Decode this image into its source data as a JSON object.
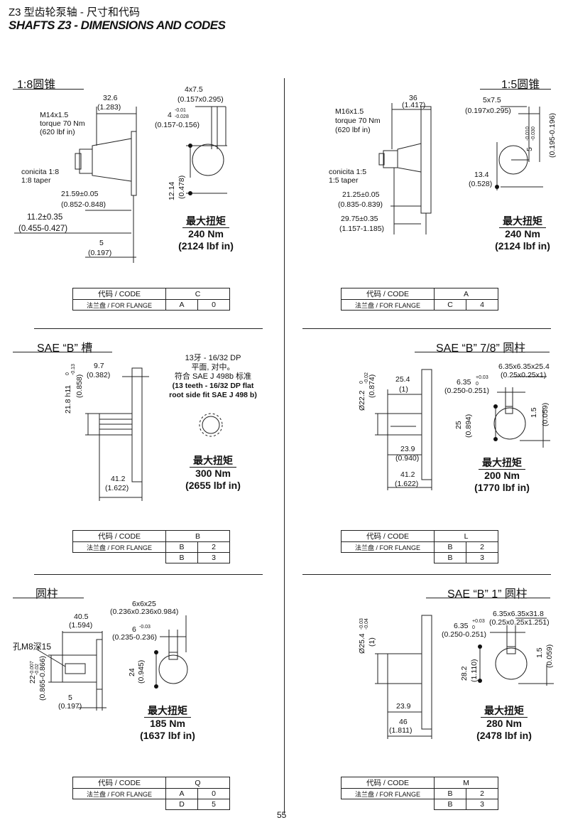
{
  "header": {
    "title_cn": "Z3 型齿轮泵轴 - 尺寸和代码",
    "title_en": "SHAFTS Z3 - DIMENSIONS AND CODES"
  },
  "code_label": "代码 / CODE",
  "flange_label": "法兰盘 / FOR FLANGE",
  "max_torque_label": "最大扭矩",
  "sections": {
    "s1": {
      "title": "1:8圆锥",
      "dims": [
        "32.6",
        "(1.283)",
        "M14x1.5",
        "torque 70 Nm",
        "(620 lbf in)",
        "conicita 1:8",
        "1:8 taper",
        "21.59±0.05",
        "(0.852-0.848)",
        "11.2±0.35",
        "(0.455-0.427)",
        "5",
        "(0.197)",
        "4x7.5",
        "(0.157x0.295)",
        "4",
        "-0.01",
        "-0.028",
        "(0.157-0.156)",
        "12.14",
        "(0.478)"
      ],
      "torque": "240 Nm",
      "torque_imp": "(2124 lbf in)",
      "code": "C",
      "rows": [
        [
          "A",
          "0"
        ]
      ]
    },
    "s2": {
      "title": "1:5圆锥",
      "dims": [
        "36",
        "(1.417)",
        "M16x1.5",
        "torque 70 Nm",
        "(620 lbf in)",
        "conicita 1:5",
        "1:5 taper",
        "21.25±0.05",
        "(0.835-0.839)",
        "29.75±0.35",
        "(1.157-1.185)",
        "5x7.5",
        "(0.197x0.295)",
        "5",
        "-0.010",
        "-0.030",
        "(0.195-0.196)",
        "13.4",
        "(0.528)"
      ],
      "torque": "240 Nm",
      "torque_imp": "(2124 lbf in)",
      "code": "A",
      "rows": [
        [
          "C",
          "4"
        ]
      ]
    },
    "s3": {
      "title": "SAE “B” 槽",
      "dims": [
        "9.7",
        "(0.382)",
        "21.8 h11",
        "0",
        "-0.13",
        "(0.858)",
        "41.2",
        "(1.622)"
      ],
      "note": [
        "13牙 - 16/32 DP",
        "平面, 对中。",
        "符合 SAE J 498b 标准",
        "(13 teeth - 16/32 DP flat",
        "root side fit SAE J 498 b)"
      ],
      "torque": "300 Nm",
      "torque_imp": "(2655 lbf in)",
      "code": "B",
      "rows": [
        [
          "B",
          "2"
        ],
        [
          "B",
          "3"
        ]
      ]
    },
    "s4": {
      "title": "SAE “B” 7/8” 圆柱",
      "dims": [
        "Ø22.2",
        "0",
        "-0.02",
        "(0.874)",
        "25.4",
        "(1)",
        "23.9",
        "(0.940)",
        "41.2",
        "(1.622)",
        "6.35x6.35x25.4",
        "(0.25x0.25x1)",
        "6.35",
        "+0.03",
        "0",
        "(0.250-0.251)",
        "25",
        "(0.894)",
        "1.5",
        "(0.059)"
      ],
      "torque": "200 Nm",
      "torque_imp": "(1770 lbf in)",
      "code": "L",
      "rows": [
        [
          "B",
          "2"
        ],
        [
          "B",
          "3"
        ]
      ]
    },
    "s5": {
      "title": "圆柱",
      "dims": [
        "40.5",
        "(1.594)",
        "孔M8深15",
        "22",
        "-0.007",
        "-0.02",
        "(0.865-0.866)",
        "5",
        "(0.197)",
        "6x6x25",
        "(0.236x0.236x0.984)",
        "6",
        "-0.03",
        "(0.235-0.236)",
        "24",
        "(0.945)"
      ],
      "torque": "185 Nm",
      "torque_imp": "(1637 lbf in)",
      "code": "Q",
      "rows": [
        [
          "A",
          "0"
        ],
        [
          "D",
          "5"
        ]
      ]
    },
    "s6": {
      "title": "SAE “B” 1” 圆柱",
      "dims": [
        "Ø25.4",
        "-0.03",
        "-0.04",
        "(1)",
        "6.35",
        "+0.03",
        "0",
        "(0.250-0.251)",
        "6.35x6.35x31.8",
        "(0.25x0.25x1.251)",
        "28.2",
        "(1.110)",
        "1.5",
        "(0.059)",
        "23.9",
        "46",
        "(1.811)"
      ],
      "torque": "280 Nm",
      "torque_imp": "(2478 lbf in)",
      "code": "M",
      "rows": [
        [
          "B",
          "2"
        ],
        [
          "B",
          "3"
        ]
      ]
    }
  },
  "page_number": "55"
}
